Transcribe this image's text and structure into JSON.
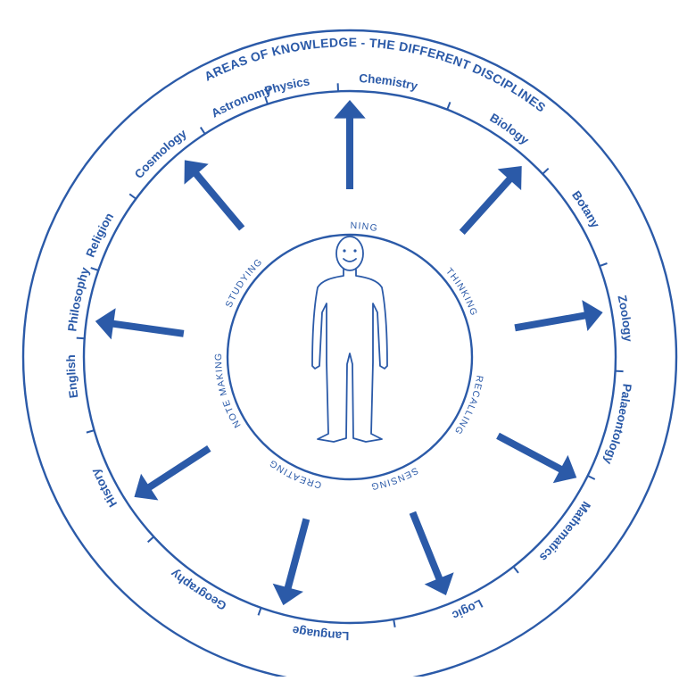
{
  "diagram": {
    "title": "AREAS OF KNOWLEDGE - THE DIFFERENT DISCIPLINES",
    "disciplines": [
      "Physics",
      "Chemistry",
      "Biology",
      "Botany",
      "Zoology",
      "Palaeontology",
      "Mathematics",
      "Logic",
      "Language",
      "Geography",
      "History",
      "English",
      "Philosophy",
      "Religion",
      "Cosmology",
      "Astronomy"
    ],
    "activities": [
      "LEARNING",
      "THINKING",
      "RECALLING",
      "SENSING",
      "CREATING",
      "NOTE MAKING",
      "STUDYING"
    ],
    "center_figure": "person-figure",
    "colors": {
      "ink": "#2b5aa8",
      "background": "#ffffff"
    }
  }
}
